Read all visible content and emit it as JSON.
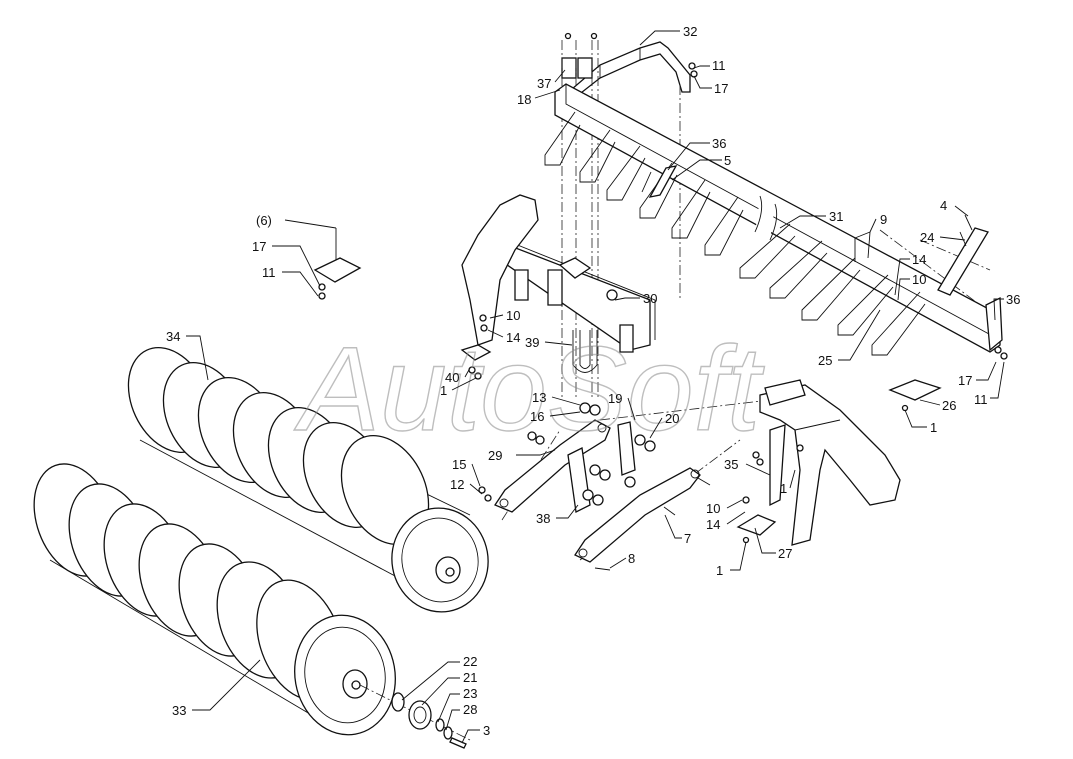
{
  "watermark": "AutoSoft",
  "labels": {
    "l32": "32",
    "l11a": "11",
    "l17a": "17",
    "l37": "37",
    "l18": "18",
    "l36a": "36",
    "l5": "5",
    "l31": "31",
    "l9": "9",
    "l4": "4",
    "l24": "24",
    "l14a": "14",
    "l10a": "10",
    "l36b": "36",
    "l25": "25",
    "l17b": "17",
    "l11b": "11",
    "l26": "26",
    "l1a": "1",
    "l6": "(6)",
    "l17c": "17",
    "l11c": "11",
    "l30": "30",
    "l10b": "10",
    "l14b": "14",
    "l39": "39",
    "l34": "34",
    "l40": "40",
    "l1b": "1",
    "l13": "13",
    "l16": "16",
    "l19": "19",
    "l20": "20",
    "l29": "29",
    "l15": "15",
    "l12": "12",
    "l38": "38",
    "l7": "7",
    "l8": "8",
    "l35": "35",
    "l1c": "1",
    "l10c": "10",
    "l14c": "14",
    "l27": "27",
    "l1d": "1",
    "l22": "22",
    "l21": "21",
    "l23": "23",
    "l28": "28",
    "l3": "3",
    "l33": "33"
  }
}
